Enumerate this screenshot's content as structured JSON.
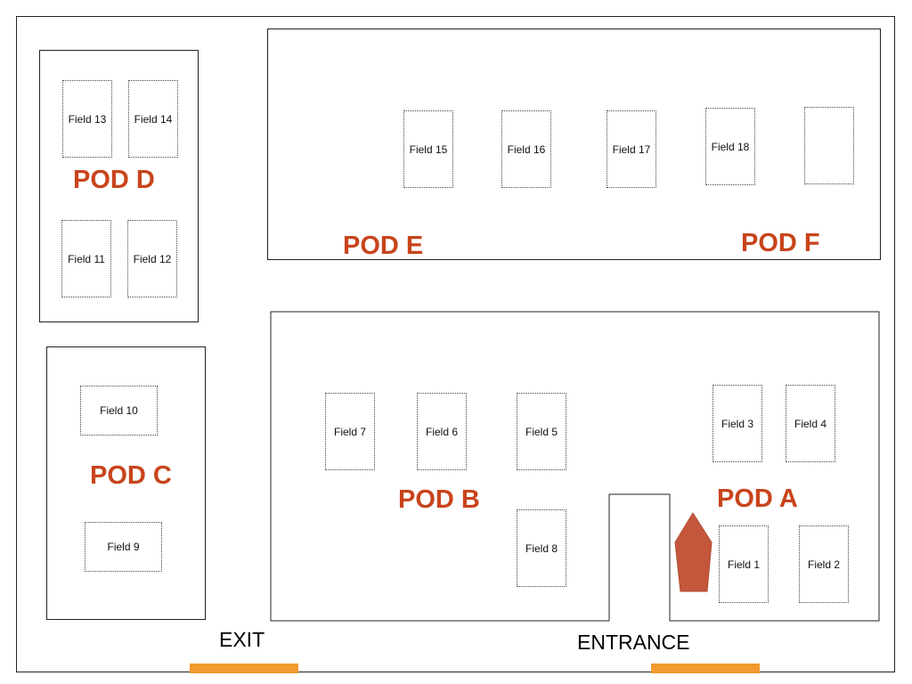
{
  "colors": {
    "pod_label": "#c8441c",
    "door_bar": "#f19a2e",
    "marker_fill": "#c4573b",
    "marker_stroke": "#b04a32"
  },
  "pods": {
    "a": "POD A",
    "b": "POD B",
    "c": "POD C",
    "d": "POD D",
    "e": "POD E",
    "f": "POD F"
  },
  "fields": {
    "f1": "Field 1",
    "f2": "Field 2",
    "f3": "Field 3",
    "f4": "Field 4",
    "f5": "Field 5",
    "f6": "Field 6",
    "f7": "Field 7",
    "f8": "Field 8",
    "f9": "Field 9",
    "f10": "Field 10",
    "f11": "Field 11",
    "f12": "Field 12",
    "f13": "Field 13",
    "f14": "Field 14",
    "f15": "Field 15",
    "f16": "Field 16",
    "f17": "Field 17",
    "f18": "Field 18",
    "unlabeled": ""
  },
  "doors": {
    "exit": "EXIT",
    "entrance": "ENTRANCE"
  }
}
